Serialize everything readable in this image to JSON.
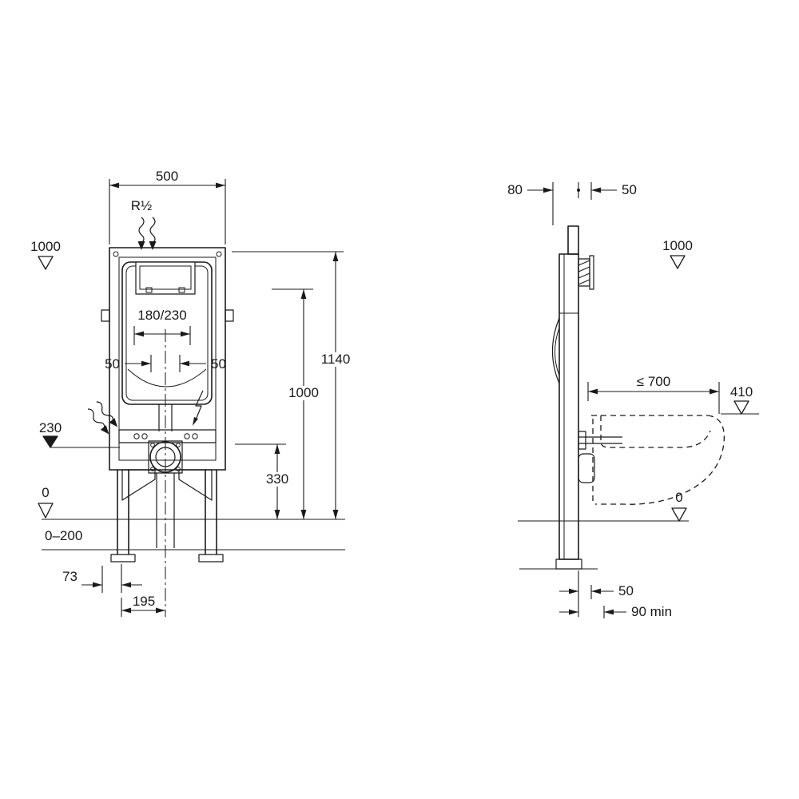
{
  "colors": {
    "line": "#1a1a1a",
    "background": "#ffffff"
  },
  "front": {
    "dim_width": "500",
    "water_connection": "R½",
    "meter_mark": "1000",
    "dim_plate_range": "180/230",
    "dim_50_left": "50",
    "dim_50_right": "50",
    "level_230": "230",
    "level_0": "0",
    "floor_range": "0–200",
    "dim_73": "73",
    "dim_195": "195",
    "dim_1140": "1140",
    "dim_1000": "1000",
    "dim_330": "330"
  },
  "side": {
    "dim_80": "80",
    "dim_50_top": "50",
    "meter_mark": "1000",
    "dim_max_700": "≤ 700",
    "level_410": "410",
    "level_0": "0",
    "dim_50_bottom": "50",
    "dim_90_min": "90 min"
  }
}
